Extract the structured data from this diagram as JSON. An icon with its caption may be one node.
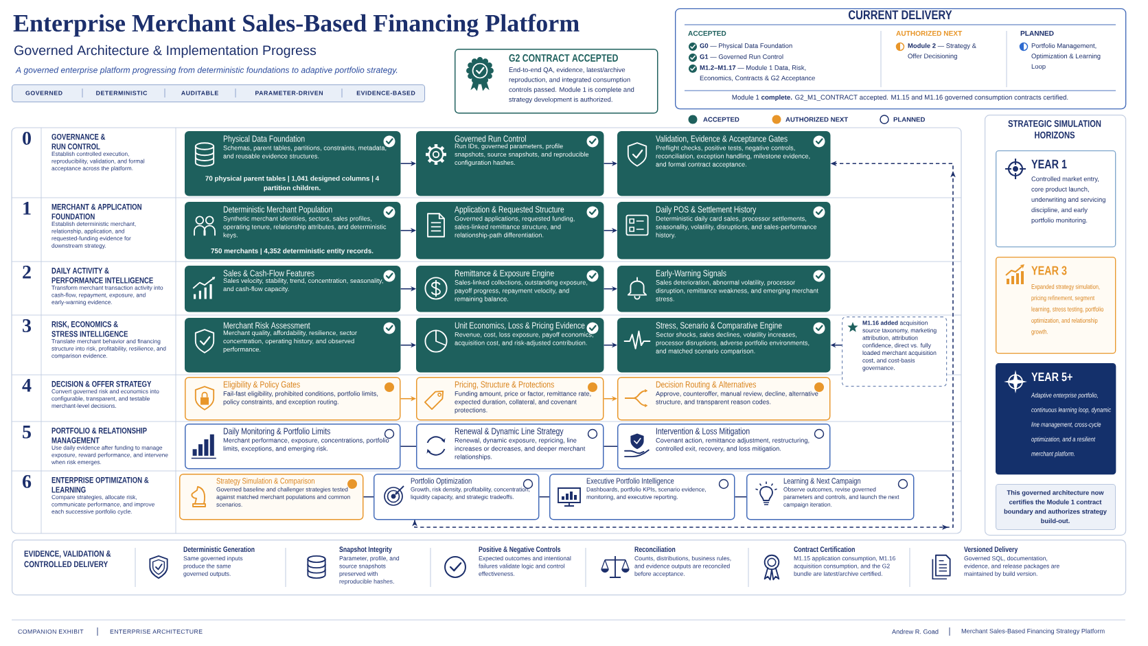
{
  "diagram": {
    "title": "Enterprise Merchant Sales-Based Financing Platform",
    "nodes": [
      {
        "text": [
          "GOVERNED",
          "DETERMINISTIC",
          "AUDITABLE",
          "PARAMETER-DRIVEN",
          "EVIDENCE-BASED"
        ]
      },
      {
        "text": [
          "G2 CONTRACT ACCEPTED",
          "End-to-end QA, evidence, latest/archive reproduction, and integrated consumption controls passed. Module 1 is complete and strategy development is authorized."
        ]
      },
      {
        "text": [
          "CURRENT DELIVERY",
          "ACCEPTED",
          "**G0** — Physical Data Foundation",
          "**G1** — Governed Run Control",
          "**M1.2–M1.17** — Module 1 Data, Risk, Economics, Contracts & G2 Acceptance",
          "AUTHORIZED NEXT",
          "**Module 2** — Strategy & Offer Decisioning",
          "PLANNED",
          "Portfolio Management, Optimization & Learning Loop",
          "Module 1 **complete.** G2_M1_CONTRACT accepted. M1.15 and M1.16 governed consumption contracts certified."
        ]
      },
      {
        "text": [
          "0",
          "GOVERNANCE & RUN CONTROL",
          "Establish controlled execution, reproducibility, validation, and formal acceptance across the platform."
        ]
      },
      {
        "text": [
          "Physical Data Foundation",
          "Schemas, parent tables, partitions, constraints, metadata, and reusable evidence structures.",
          "70 physical parent tables | 1,041 designed columns | 4 partition children."
        ]
      },
      {
        "text": [
          "Governed Run Control",
          "Run IDs, governed parameters, profile snapshots, source snapshots, and reproducible configuration hashes."
        ]
      },
      {
        "text": [
          "Validation, Evidence & Acceptance Gates",
          "Preflight checks, positive tests, negative controls, reconciliation, exception handling, milestone evidence, and formal contract acceptance."
        ]
      },
      {
        "text": [
          "1",
          "MERCHANT & APPLICATION FOUNDATION",
          "Establish deterministic merchant, relationship, application, and requested-funding evidence for downstream strategy."
        ]
      },
      {
        "text": [
          "Deterministic Merchant Population",
          "Synthetic merchant identities, sectors, sales profiles, operating tenure, relationship attributes, and deterministic keys.",
          "750 merchants | 4,352 deterministic entity records."
        ]
      },
      {
        "text": [
          "Application & Requested Structure",
          "Governed applications, requested funding, sales-linked remittance structure, and relationship-path differentiation."
        ]
      },
      {
        "text": [
          "Daily POS & Settlement History",
          "Deterministic daily card sales, processor settlements, seasonality, volatility, disruptions, and sales-performance history."
        ]
      },
      {
        "text": [
          "2",
          "DAILY ACTIVITY & PERFORMANCE INTELLIGENCE",
          "Transform merchant transaction activity into cash-flow, repayment, exposure, and early-warning evidence."
        ]
      },
      {
        "text": [
          "Sales & Cash-Flow Features",
          "Sales velocity, stability, trend, concentration, seasonality, and cash-flow capacity."
        ]
      },
      {
        "text": [
          "Remittance & Exposure Engine",
          "Sales-linked collections, outstanding exposure, payoff progress, repayment velocity, and remaining balance."
        ]
      },
      {
        "text": [
          "Early-Warning Signals",
          "Sales deterioration, abnormal volatility, processor disruption, remittance weakness, and emerging merchant stress."
        ]
      },
      {
        "text": [
          "3",
          "RISK, ECONOMICS & STRESS INTELLIGENCE",
          "Translate merchant behavior and financing structure into risk, profitability, resilience, and comparison evidence."
        ]
      },
      {
        "text": [
          "Merchant Risk Assessment",
          "Merchant quality, affordability, resilience, sector concentration, operating history, and observed performance."
        ]
      },
      {
        "text": [
          "Unit Economics, Loss & Pricing Evidence",
          "Revenue, cost, loss exposure, payoff economics, acquisition cost, and risk-adjusted contribution."
        ]
      },
      {
        "text": [
          "Stress, Scenario & Comparative Engine",
          "Sector shocks, sales declines, volatility increases, processor disruptions, adverse portfolio environments, and matched scenario comparison."
        ]
      },
      {
        "text": [
          "**M1.16 added** acquisition source taxonomy, marketing attribution, attribution confidence, direct vs. fully loaded merchant acquisition cost, and cost-basis governance."
        ]
      },
      {
        "text": [
          "4",
          "DECISION & OFFER STRATEGY",
          "Convert governed risk and economics into configurable, transparent, and testable merchant-level decisions."
        ]
      },
      {
        "text": [
          "Eligibility & Policy Gates",
          "Fail-fast eligibility, prohibited conditions, portfolio limits, policy constraints, and exception routing."
        ]
      },
      {
        "text": [
          "Pricing, Structure & Protections",
          "Funding amount, price or factor, remittance rate, expected duration, collateral, and covenant protections."
        ]
      },
      {
        "text": [
          "Decision Routing & Alternatives",
          "Approve, counteroffer, manual review, decline, alternative structure, and transparent reason codes."
        ]
      },
      {
        "text": [
          "5",
          "PORTFOLIO & RELATIONSHIP MANAGEMENT",
          "Use daily evidence after funding to manage exposure, reward performance, and intervene when risk emerges."
        ]
      },
      {
        "text": [
          "Daily Monitoring & Portfolio Limits",
          "Merchant performance, exposure, concentrations, portfolio limits, exceptions, and emerging risk."
        ]
      },
      {
        "text": [
          "Renewal & Dynamic Line Strategy",
          "Renewal, dynamic exposure, repricing, line increases or decreases, and deeper merchant relationships."
        ]
      },
      {
        "text": [
          "Intervention & Loss Mitigation",
          "Covenant action, remittance adjustment, restructuring, controlled exit, recovery, and loss mitigation."
        ]
      },
      {
        "text": [
          "6",
          "ENTERPRISE OPTIMIZATION & LEARNING",
          "Compare strategies, allocate risk, communicate performance, and improve each successive portfolio cycle."
        ]
      },
      {
        "text": [
          "Strategy Simulation & Comparison",
          "Governed baseline and challenger strategies tested against matched merchant populations and common scenarios."
        ]
      },
      {
        "text": [
          "Portfolio Optimization",
          "Growth, risk density, profitability, concentration, liquidity capacity, and strategic tradeoffs."
        ]
      },
      {
        "text": [
          "Executive Portfolio Intelligence",
          "Dashboards, portfolio KPIs, scenario evidence, monitoring, and executive reporting."
        ]
      },
      {
        "text": [
          "Learning & Next Campaign",
          "Observe outcomes, revise governed parameters and controls, and launch the next campaign iteration."
        ]
      },
      {
        "text": [
          "STRATEGIC SIMULATION HORIZONS"
        ]
      },
      {
        "text": [
          "YEAR 1",
          "Controlled market entry, core product launch, underwriting and servicing discipline, and early portfolio monitoring."
        ],
        "in": 33
      },
      {
        "text": [
          "YEAR 3",
          "Expanded strategy simulation, pricing refinement, segment learning, stress testing, portfolio optimization, and relationship growth."
        ],
        "in": 33
      },
      {
        "text": [
          "YEAR 5+",
          "Adaptive enterprise portfolio, continuous learning loop, dynamic line management, cross-cycle optimization, and a resilient merchant platform."
        ],
        "in": 33
      },
      {
        "text": [
          "This governed architecture now certifies the Module 1 contract boundary and authorizes strategy build-out."
        ],
        "in": 33
      },
      {
        "text": [
          "EVIDENCE, VALIDATION & CONTROLLED DELIVERY",
          "Deterministic Generation",
          "Same governed inputs produce the same governed outputs.",
          "Snapshot Integrity",
          "Parameter, profile, and source snapshots preserved with reproducible hashes.",
          "Positive & Negative Controls",
          "Expected outcomes and intentional failures validate logic and control effectiveness.",
          "Reconciliation",
          "Counts, distributions, business rules, and evidence outputs are reconciled before acceptance.",
          "Contract Certification",
          "M1.15 application consumption, M1.16 acquisition consumption, and the G2 bundle are latest/archive certified.",
          "Versioned Delivery",
          "Governed SQL, documentation, evidence, and release packages are maintained by build version."
        ]
      }
    ],
    "edges": [
      {
        "from": 4,
        "to": 5,
        "arrow": "to"
      },
      {
        "from": 5,
        "to": 6,
        "arrow": "to"
      },
      {
        "from": 8,
        "to": 9,
        "arrow": "to"
      },
      {
        "from": 9,
        "to": 10,
        "arrow": "to"
      },
      {
        "from": 12,
        "to": 13,
        "arrow": "to"
      },
      {
        "from": 13,
        "to": 14,
        "arrow": "to"
      },
      {
        "from": 16,
        "to": 17,
        "arrow": "to"
      },
      {
        "from": 17,
        "to": 18,
        "arrow": "to"
      },
      {
        "from": 19,
        "to": 18,
        "arrow": "to"
      },
      {
        "from": 21,
        "to": 22,
        "arrow": "to",
        "color": "#e8962a"
      },
      {
        "from": 22,
        "to": 23,
        "arrow": "to",
        "color": "#e8962a"
      },
      {
        "from": 25,
        "to": 26,
        "arrow": "none"
      },
      {
        "from": 26,
        "to": 27,
        "arrow": "none"
      },
      {
        "from": 29,
        "to": 30,
        "arrow": "none"
      },
      {
        "from": 30,
        "to": 31,
        "arrow": "none"
      },
      {
        "from": 31,
        "to": 32,
        "arrow": "none"
      },
      {
        "from": 30,
        "to": 6,
        "arrow": "both",
        "style": "dashed"
      }
    ],
    "labels": [
      "Governed Architecture & Implementation Progress",
      "A governed enterprise platform progressing from deterministic foundations to adaptive portfolio strategy.",
      "COMPANION EXHIBIT",
      "ENTERPRISE ARCHITECTURE",
      "Andrew R. Goad",
      "Merchant Sales-Based Financing Strategy Platform"
    ],
    "legend": [
      {
        "text": "ACCEPTED",
        "color": "#1e605d"
      },
      {
        "text": "AUTHORIZED NEXT",
        "color": "#e8962a"
      },
      {
        "text": "PLANNED"
      }
    ]
  }
}
